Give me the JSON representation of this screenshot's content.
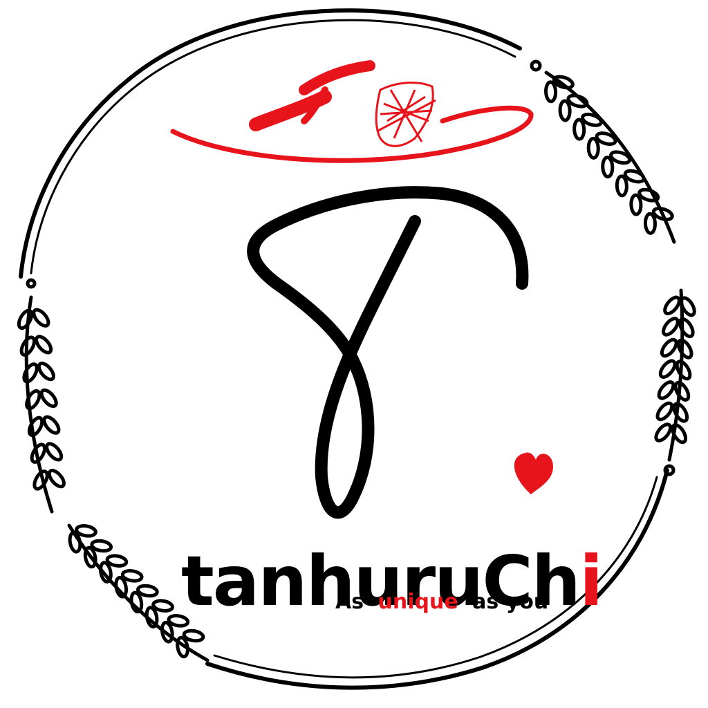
{
  "logo": {
    "brand_name": "tanhuruChi",
    "brand_main": "tanhuruCh",
    "brand_accent_letter": "i",
    "tagline_prefix": "As",
    "tagline_highlight": "unique",
    "tagline_suffix": "as you"
  },
  "colors": {
    "ink": "#000000",
    "accent_red": "#e8141b",
    "background": "#ffffff"
  },
  "icons": [
    "laurel-branch-icon",
    "heart-icon",
    "monogram-t-icon",
    "hat-brush-icon"
  ]
}
